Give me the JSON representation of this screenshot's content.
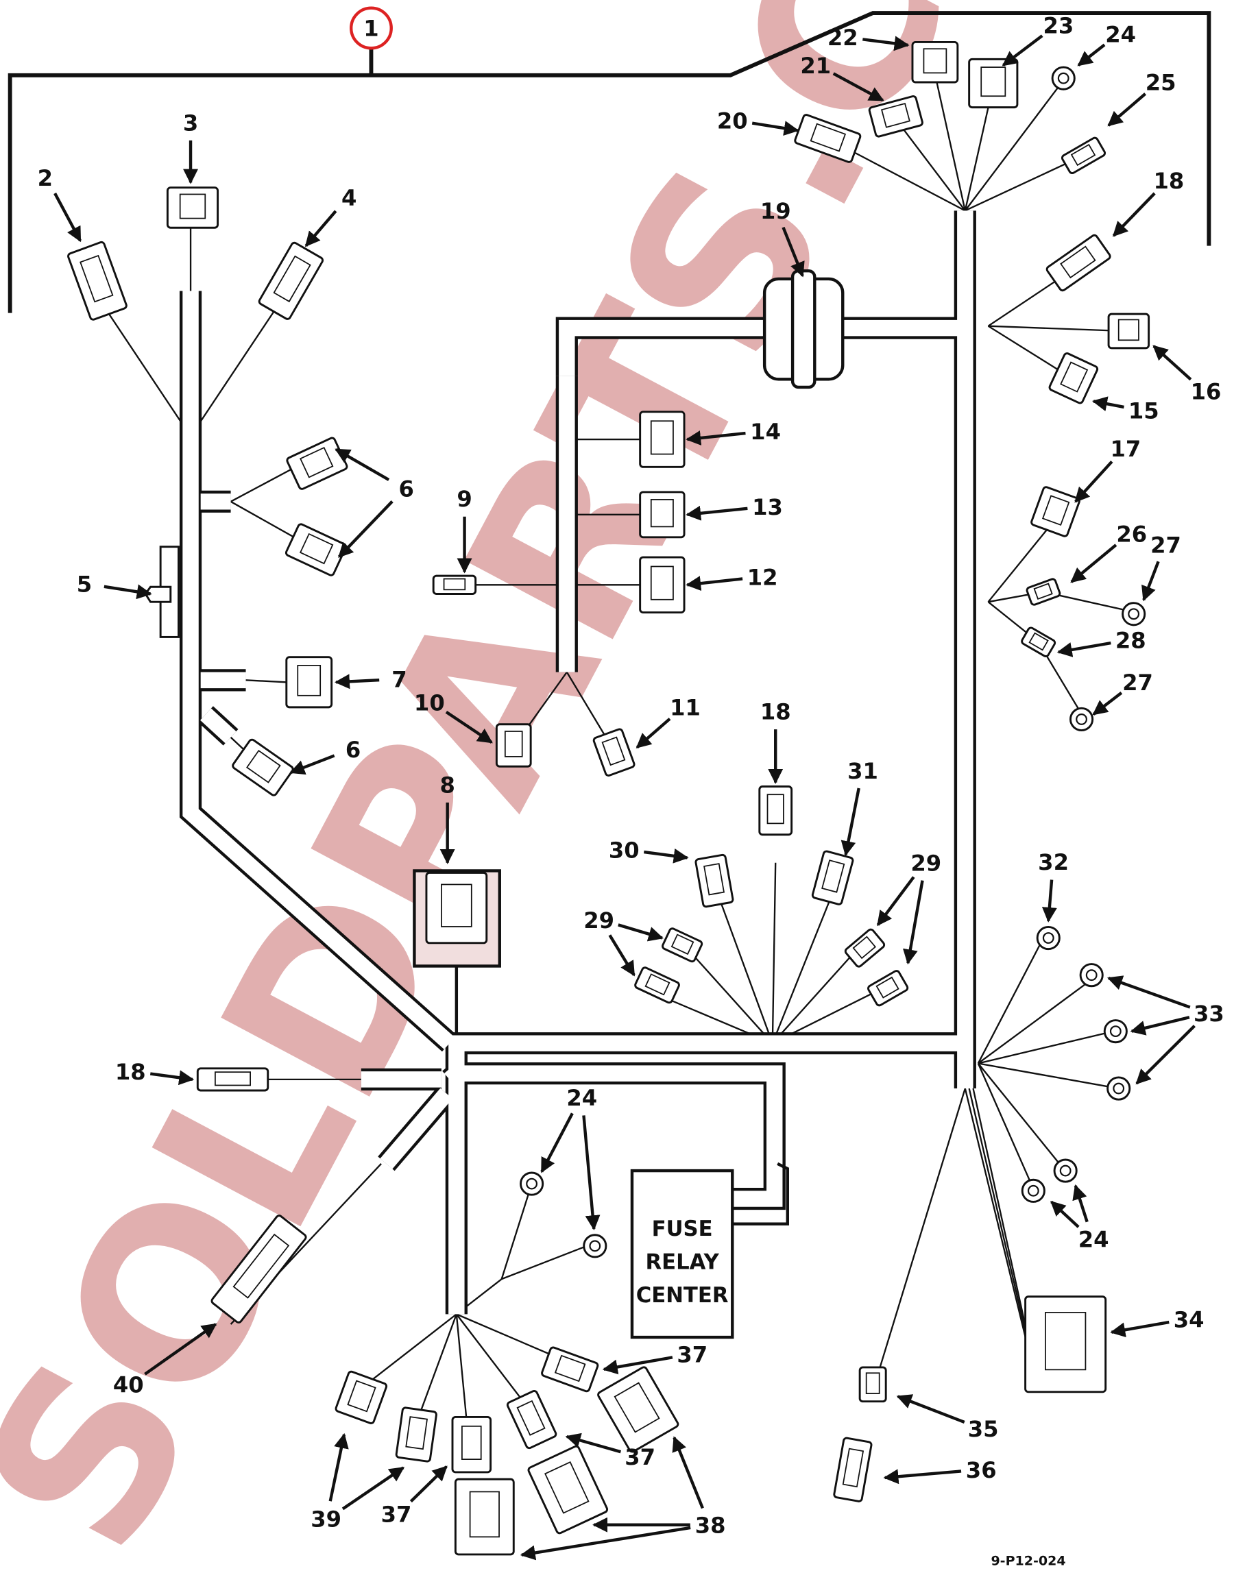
{
  "diagram": {
    "figure_code": "9-P12-024",
    "main_callout": "1",
    "fuse_box": {
      "line1": "FUSE",
      "line2": "RELAY",
      "line3": "CENTER"
    },
    "watermark": "SOLDPARTS.COM",
    "callouts": [
      {
        "label": "2"
      },
      {
        "label": "3"
      },
      {
        "label": "4"
      },
      {
        "label": "5"
      },
      {
        "label": "6"
      },
      {
        "label": "6"
      },
      {
        "label": "7"
      },
      {
        "label": "8"
      },
      {
        "label": "9"
      },
      {
        "label": "10"
      },
      {
        "label": "11"
      },
      {
        "label": "12"
      },
      {
        "label": "13"
      },
      {
        "label": "14"
      },
      {
        "label": "15"
      },
      {
        "label": "16"
      },
      {
        "label": "17"
      },
      {
        "label": "18"
      },
      {
        "label": "18"
      },
      {
        "label": "18"
      },
      {
        "label": "19"
      },
      {
        "label": "20"
      },
      {
        "label": "21"
      },
      {
        "label": "22"
      },
      {
        "label": "23"
      },
      {
        "label": "24"
      },
      {
        "label": "24"
      },
      {
        "label": "24"
      },
      {
        "label": "25"
      },
      {
        "label": "26"
      },
      {
        "label": "27"
      },
      {
        "label": "27"
      },
      {
        "label": "28"
      },
      {
        "label": "29"
      },
      {
        "label": "29"
      },
      {
        "label": "30"
      },
      {
        "label": "31"
      },
      {
        "label": "32"
      },
      {
        "label": "33"
      },
      {
        "label": "34"
      },
      {
        "label": "35"
      },
      {
        "label": "36"
      },
      {
        "label": "37"
      },
      {
        "label": "37"
      },
      {
        "label": "37"
      },
      {
        "label": "38"
      },
      {
        "label": "39"
      },
      {
        "label": "40"
      }
    ]
  }
}
